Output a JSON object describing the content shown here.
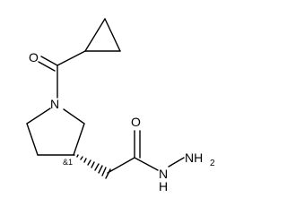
{
  "molecule": {
    "atoms": {
      "carbonyl_o_top": "O",
      "ring_n": "N",
      "carbonyl_o_right": "O",
      "hydrazide_nh": {
        "main": "N",
        "h": "H"
      },
      "hydrazide_nh2": {
        "main": "NH",
        "sub": "2"
      }
    },
    "stereo_label": "&1"
  }
}
